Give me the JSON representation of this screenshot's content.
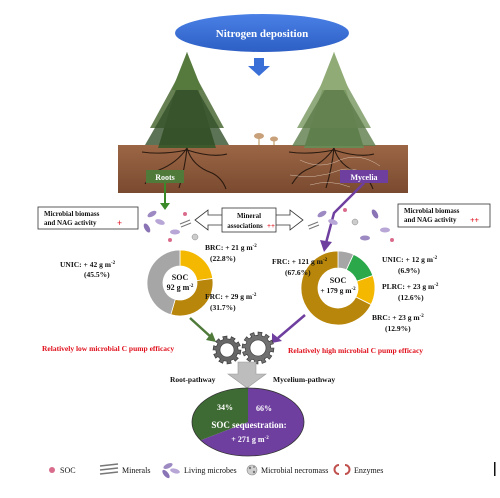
{
  "title": "Nitrogen deposition",
  "labels": {
    "roots": "Roots",
    "mycelia": "Mycelia",
    "mineral_assoc_line1": "Mineral",
    "mineral_assoc_line2": "associations",
    "mineral_assoc_marks": "++",
    "left_box_line1": "Microbial biomass",
    "left_box_line2": "and NAG activity",
    "left_box_mark": "+",
    "right_box_line1": "Microbial biomass",
    "right_box_line2": "and NAG activity",
    "right_box_mark": "++",
    "root_pathway": "Root-pathway",
    "mycelium_pathway": "Mycelium-pathway",
    "low_pump": "Relatively low microbial C pump efficacy",
    "high_pump": "Relatively high microbial C pump efficacy"
  },
  "left_donut": {
    "center_line1": "SOC",
    "center_line2": "92 g m",
    "center_sup": "-2",
    "segments": [
      {
        "name": "UNIC",
        "text": "UNIC: + 42 g m",
        "sup": "-2",
        "pct": "(45.5%)",
        "value": 45.5,
        "color": "#a6a6a6"
      },
      {
        "name": "BRC",
        "text": "BRC: + 21 g m",
        "sup": "-2",
        "pct": "(22.8%)",
        "value": 22.8,
        "color": "#f5b800"
      },
      {
        "name": "FRC",
        "text": "FRC: + 29 g m",
        "sup": "-2",
        "pct": "(31.7%)",
        "value": 31.7,
        "color": "#b8860b"
      }
    ]
  },
  "right_donut": {
    "center_line1": "SOC",
    "center_line2": "+ 179 g m",
    "center_sup": "-2",
    "segments": [
      {
        "name": "UNIC",
        "text": "UNIC: + 12 g m",
        "sup": "-2",
        "pct": "(6.9%)",
        "value": 6.9,
        "color": "#a6a6a6"
      },
      {
        "name": "PLRC",
        "text": "PLRC: + 23 g m",
        "sup": "-2",
        "pct": "(12.6%)",
        "value": 12.6,
        "color": "#2aa84a"
      },
      {
        "name": "BRC",
        "text": "BRC: + 23 g m",
        "sup": "-2",
        "pct": "(12.9%)",
        "value": 12.9,
        "color": "#f5b800"
      },
      {
        "name": "FRC",
        "text": "FRC: + 121 g m",
        "sup": "-2",
        "pct": "(67.6%)",
        "value": 67.6,
        "color": "#b8860b"
      }
    ]
  },
  "sequestration": {
    "root_pct": "34%",
    "root_value": 34,
    "mycelium_pct": "66%",
    "mycelium_value": 66,
    "line1": "SOC sequestration:",
    "line2": "+ 271 g m",
    "sup": "-2",
    "root_color": "#3e6b33",
    "mycelium_color": "#6f3fa0"
  },
  "legend": [
    {
      "icon": "soc-dot-icon",
      "label": "SOC"
    },
    {
      "icon": "minerals-icon",
      "label": "Minerals"
    },
    {
      "icon": "living-microbes-icon",
      "label": "Living microbes"
    },
    {
      "icon": "microbial-necromass-icon",
      "label": "Microbial necromass"
    },
    {
      "icon": "enzymes-icon",
      "label": "Enzymes"
    }
  ],
  "colors": {
    "title_ellipse": "#3a6fd8",
    "arrow_blue": "#3a6fd8",
    "roots_box": "#4f7a3a",
    "mycelia_box": "#6f3fa0",
    "soil": "#8b5a3c",
    "red": "#e0101c"
  }
}
